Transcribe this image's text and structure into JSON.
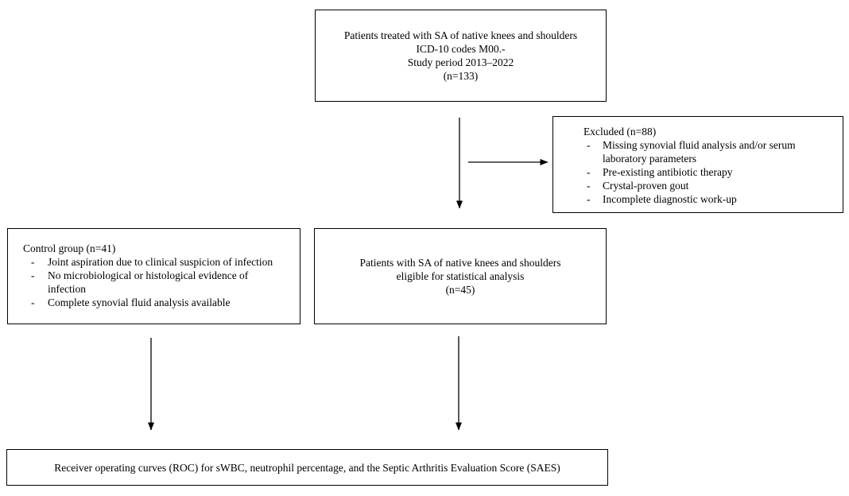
{
  "diagram": {
    "bullet_char": "-",
    "colors": {
      "border": "#000000",
      "background": "#ffffff",
      "text": "#000000"
    },
    "top_box": {
      "lines": [
        "Patients treated with SA of native knees and shoulders",
        "ICD-10 codes M00.-",
        "Study period 2013–2022",
        "(n=133)"
      ]
    },
    "excluded_box": {
      "title": "Excluded (n=88)",
      "items": [
        "Missing synovial fluid analysis and/or serum laboratory parameters",
        "Pre-existing antibiotic therapy",
        "Crystal-proven gout",
        "Incomplete diagnostic work-up"
      ]
    },
    "control_box": {
      "title": "Control group (n=41)",
      "items": [
        "Joint aspiration due to clinical suspicion of infection",
        "No microbiological or histological evidence of infection",
        "Complete synovial fluid analysis available"
      ]
    },
    "eligible_box": {
      "lines": [
        "Patients with SA of native knees and shoulders",
        "eligible for statistical analysis",
        "(n=45)"
      ]
    },
    "roc_box": {
      "text": "Receiver operating curves (ROC) for sWBC, neutrophil percentage, and the Septic Arthritis Evaluation Score (SAES)"
    }
  }
}
